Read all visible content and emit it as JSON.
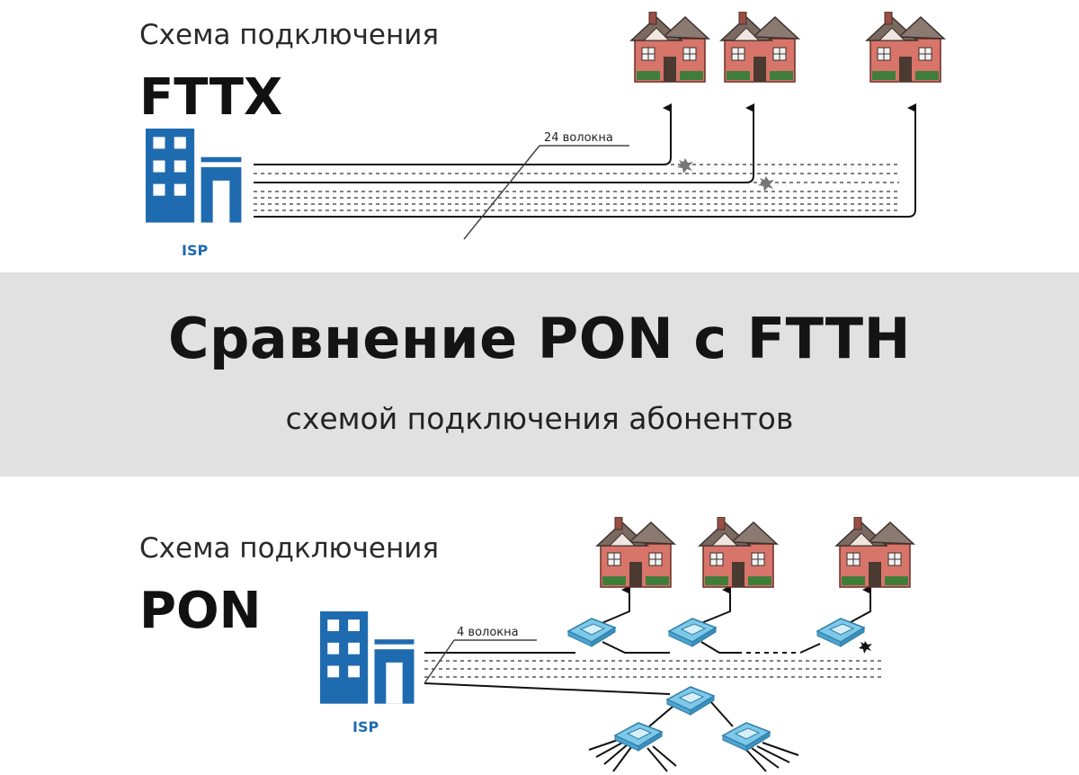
{
  "fttx": {
    "heading": "Схема подключения",
    "title": "FTTX",
    "fiber_label": "24 волокна",
    "isp_label": "ISP"
  },
  "band": {
    "title": "Сравнение PON с FTTH",
    "subtitle": "схемой подключения абонентов"
  },
  "pon": {
    "heading": "Схема подключения",
    "title": "PON",
    "fiber_label": "4 волокна",
    "isp_label": "ISP"
  },
  "colors": {
    "building_blue": "#1f6bb0",
    "house_brick": "#d7756a",
    "splitter_blue": "#7ec8ea",
    "band_gray": "#e1e1e1"
  }
}
